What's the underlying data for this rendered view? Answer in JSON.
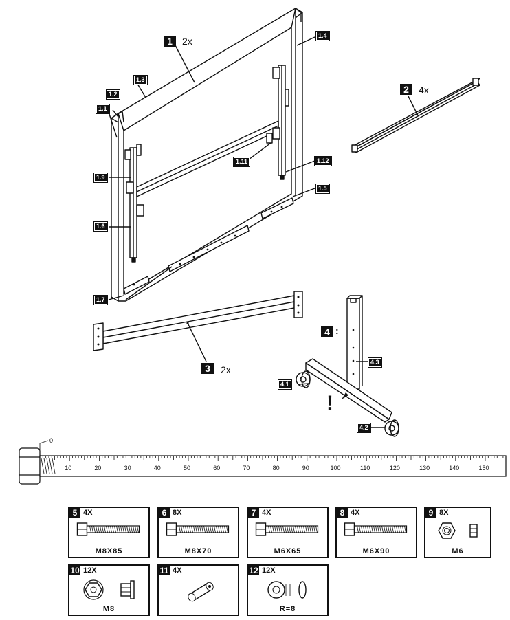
{
  "parts": {
    "p1": {
      "num": "1",
      "qty": "2x"
    },
    "p2": {
      "num": "2",
      "qty": "4x"
    },
    "p3": {
      "num": "3",
      "qty": "2x"
    },
    "p4": {
      "num": "4",
      "sep": ":"
    }
  },
  "labels": {
    "l1_1": "1.1",
    "l1_2": "1.2",
    "l1_3": "1.3",
    "l1_4": "1.4",
    "l1_5": "1.5",
    "l1_6": "1.6",
    "l1_7": "1.7",
    "l1_9": "1.9",
    "l1_11": "1.11",
    "l1_12": "1.12",
    "l4_1": "4.1",
    "l4_2": "4.2",
    "l4_3": "4.3"
  },
  "warning": "!",
  "ruler": {
    "zero_label": "0",
    "ticks": [
      "10",
      "20",
      "30",
      "40",
      "50",
      "60",
      "70",
      "80",
      "90",
      "100",
      "110",
      "120",
      "130",
      "140",
      "150"
    ]
  },
  "hardware": [
    {
      "num": "5",
      "qty": "4X",
      "spec": "M8X85",
      "icon": "bolt-icon"
    },
    {
      "num": "6",
      "qty": "8X",
      "spec": "M8X70",
      "icon": "bolt-icon"
    },
    {
      "num": "7",
      "qty": "4X",
      "spec": "M6X65",
      "icon": "bolt-icon"
    },
    {
      "num": "8",
      "qty": "4X",
      "spec": "M6X90",
      "icon": "bolt-icon"
    },
    {
      "num": "9",
      "qty": "8X",
      "spec": "M6",
      "icon": "hex-nut-icon"
    },
    {
      "num": "10",
      "qty": "12X",
      "spec": "M8",
      "icon": "flange-nut-icon"
    },
    {
      "num": "11",
      "qty": "4X",
      "spec": "",
      "icon": "barrel-nut-icon"
    },
    {
      "num": "12",
      "qty": "12X",
      "spec": "R=8",
      "icon": "washer-icon"
    }
  ]
}
